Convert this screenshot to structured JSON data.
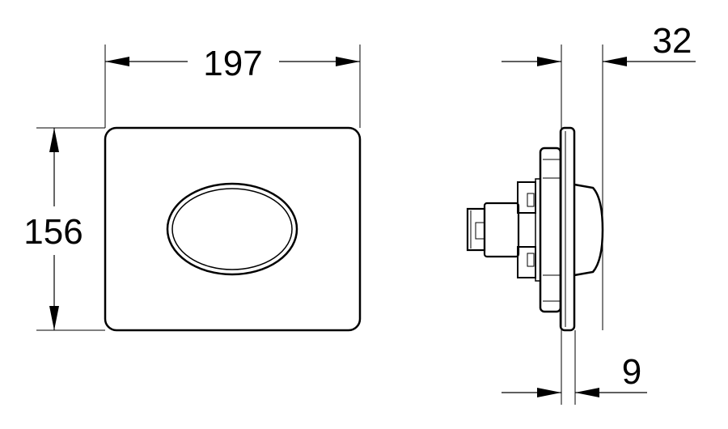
{
  "dimensions": {
    "width": "197",
    "height": "156",
    "depth_total": "32",
    "depth_plate": "9"
  },
  "colors": {
    "line": "#000000",
    "background": "#ffffff"
  }
}
